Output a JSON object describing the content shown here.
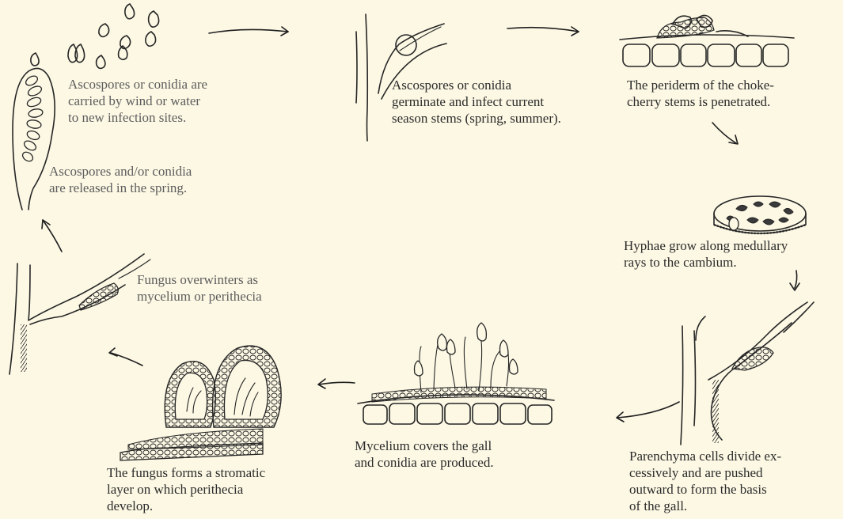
{
  "captions": {
    "dispersal": "Ascospores or conidia are\ncarried by wind or water\nto new infection sites.",
    "germination": "Ascospores or conidia\ngerminate and infect current\nseason stems (spring, summer).",
    "penetration": "The periderm of the choke-\ncherry stems is penetrated.",
    "hyphae": "Hyphae grow along medullary\nrays to the cambium.",
    "parenchyma": "Parenchyma cells divide ex-\ncessively and are pushed\noutward to form the basis\nof the gall.",
    "mycelium": "Mycelium covers the gall\nand conidia are produced.",
    "stroma": "The fungus forms a stromatic\nlayer on which perithecia\ndevelop.",
    "overwinter": "Fungus overwinters as\nmycelium or perithecia",
    "release": "Ascospores and/or conidia\nare released in the spring."
  }
}
